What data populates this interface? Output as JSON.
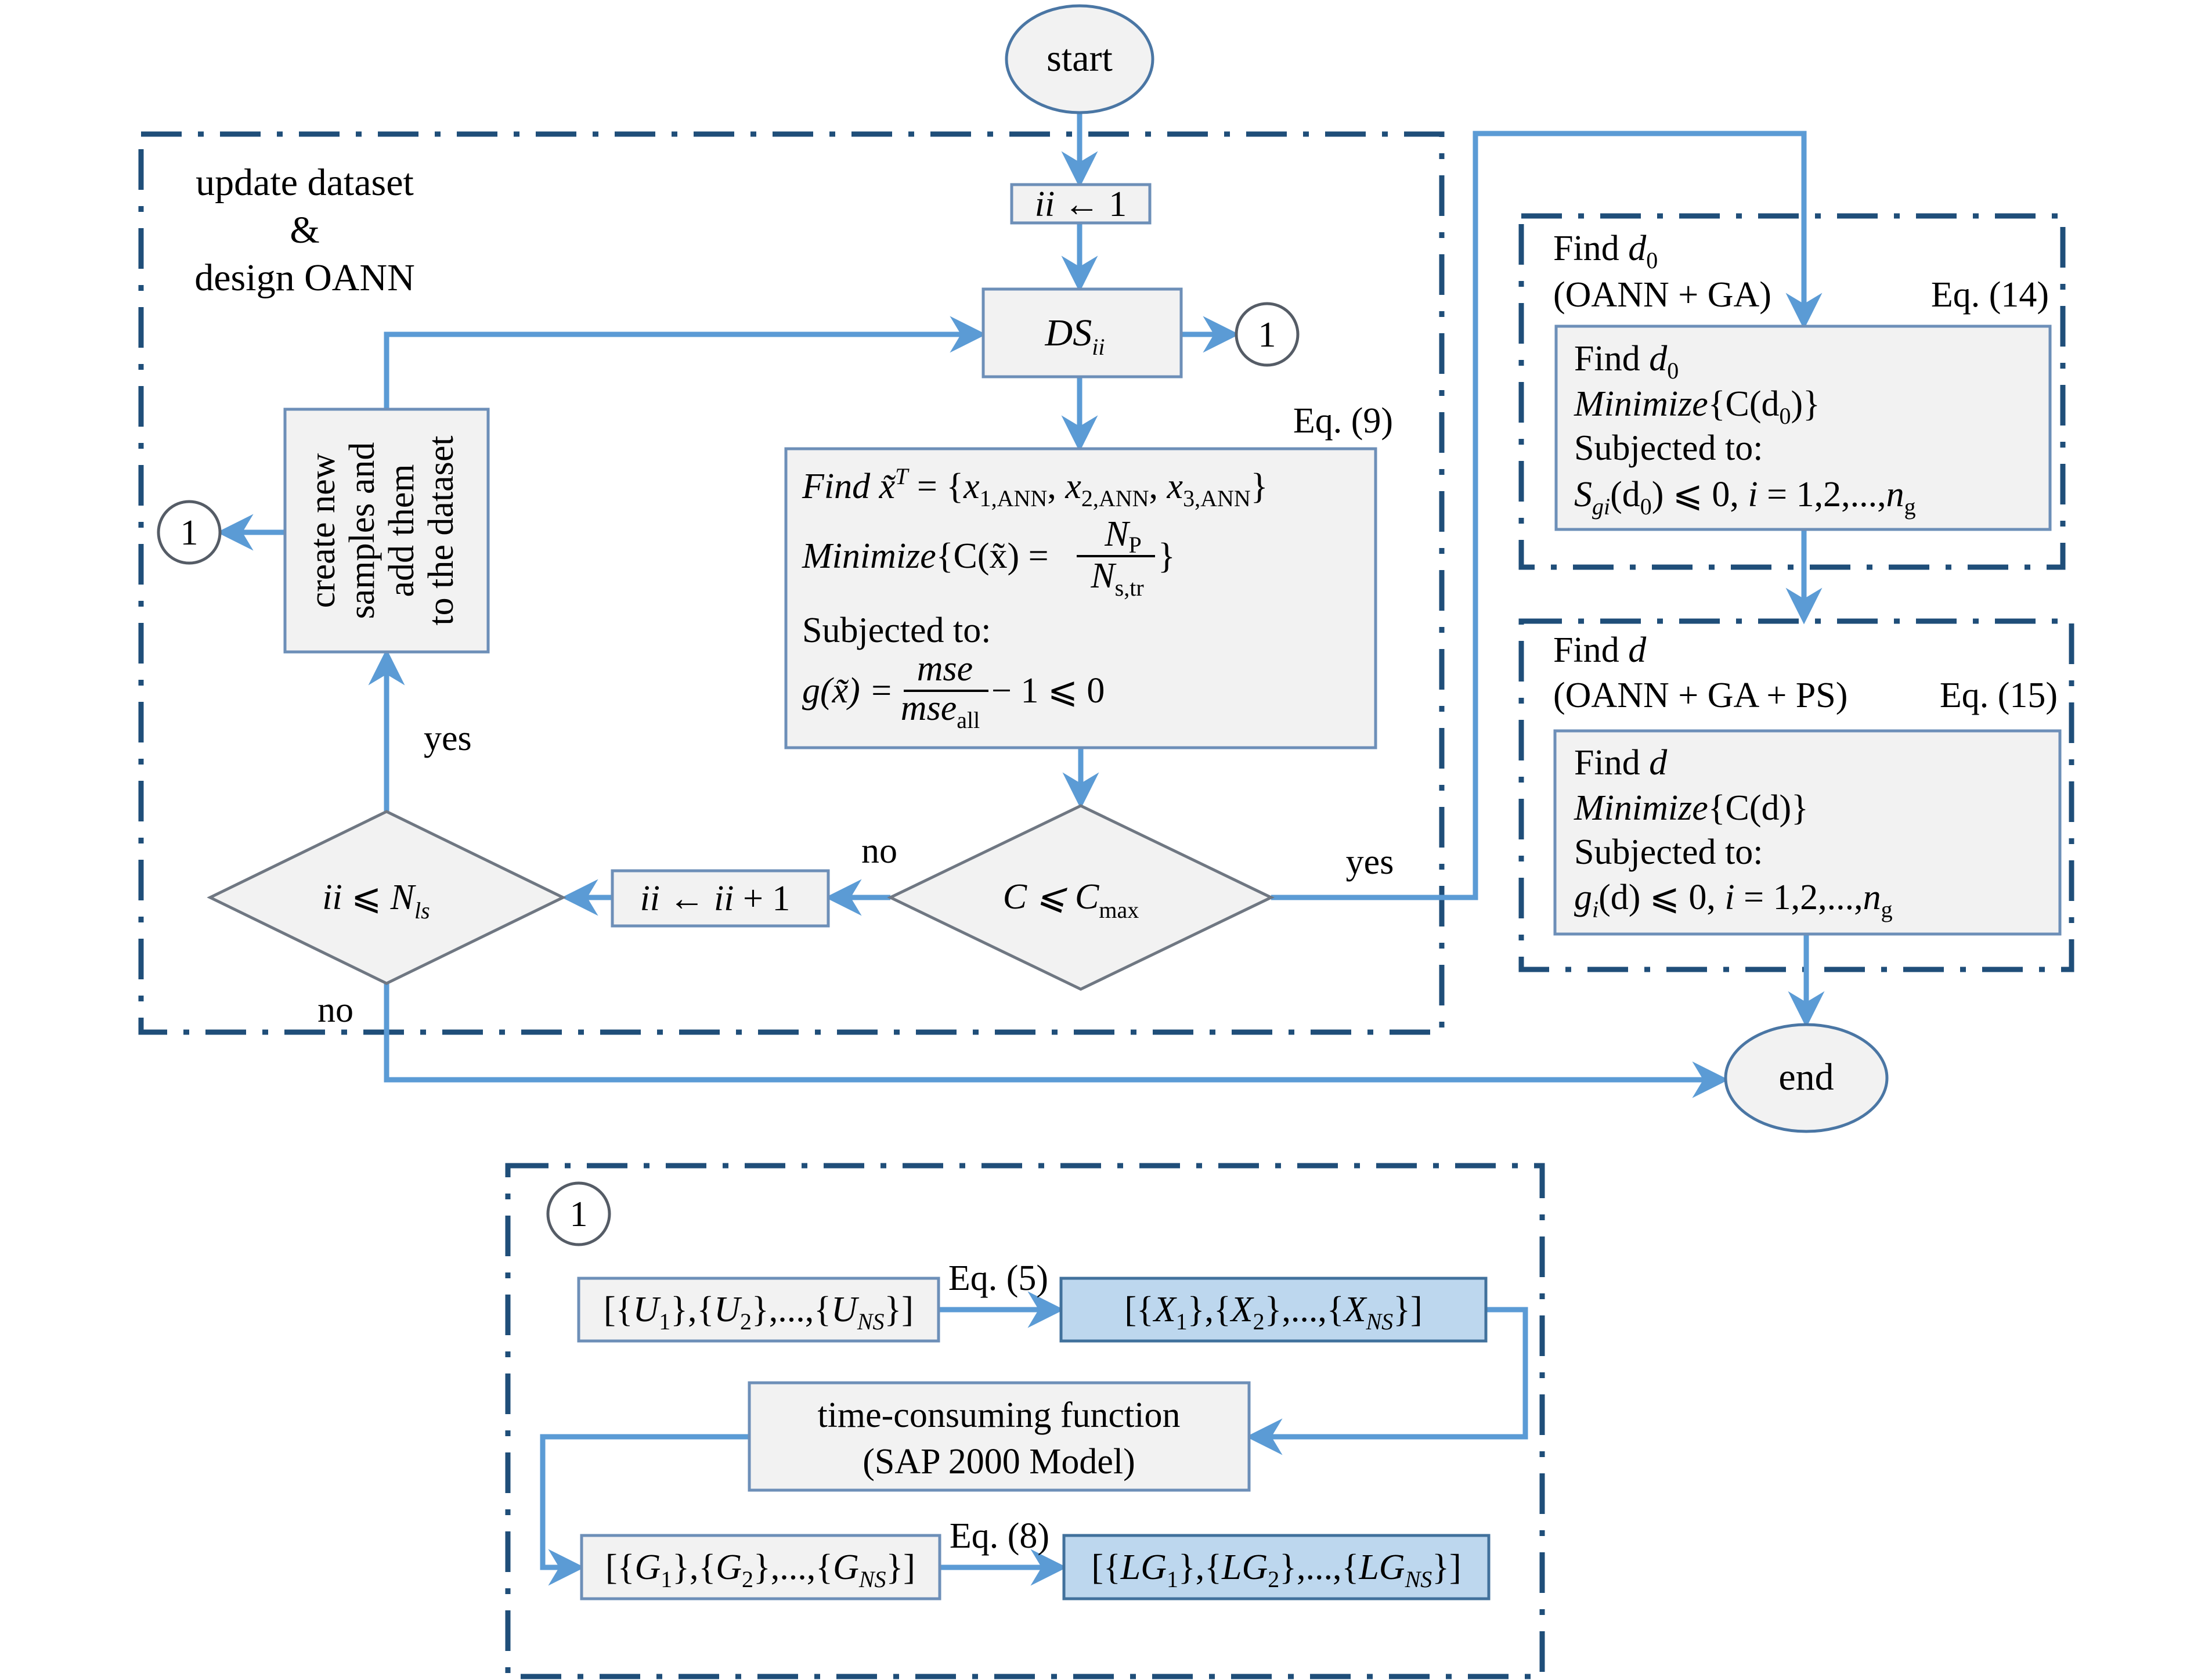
{
  "colors": {
    "flow_line": "#5b9bd5",
    "group_border": "#1f4e79",
    "box_fill": "#f2f2f2",
    "highlight_box_fill": "#bdd7ee"
  },
  "terminals": {
    "start": "start",
    "end": "end"
  },
  "connector_label": "1",
  "main_group": {
    "title_line1": "update dataset",
    "title_line2": "&",
    "title_line3": "design OANN",
    "init": {
      "var": "ii",
      "arrow": " ← 1"
    },
    "dataset": {
      "main": "DS",
      "sub": "ii"
    },
    "eq_label": "Eq. (9)",
    "optimization": {
      "line1": {
        "find": "Find ",
        "x": "x̃",
        "sup": "T",
        "eq": " = {",
        "x1": "x",
        "x1sub": "1,ANN",
        "comma1": ", ",
        "x2": "x",
        "x2sub": "2,ANN",
        "comma2": ", ",
        "x3": "x",
        "x3sub": "3,ANN",
        "close": "}"
      },
      "line2": {
        "minimize": "Minimize",
        "expr": "{C(x̃) = ",
        "num": "N",
        "num_sub": "P",
        "den": "N",
        "den_sub": "s,tr",
        "close": "}"
      },
      "line3": "Subjected to:",
      "line4": {
        "g": "g(x̃) = ",
        "num": "mse",
        "den": "mse",
        "den_sub": "all",
        "rest": " − 1 ⩽ 0"
      }
    },
    "decision_cost": {
      "lhs": "C ⩽ C",
      "sub": "max"
    },
    "decision_cost_no": "no",
    "decision_cost_yes": "yes",
    "increment": {
      "var": "ii",
      "arrow": " ← ",
      "var2": "ii",
      "rest": " + 1"
    },
    "decision_iter": {
      "lhs": "ii",
      "op": " ⩽ ",
      "N": "N",
      "sub": "ls"
    },
    "decision_iter_yes": "yes",
    "decision_iter_no": "no",
    "create_samples": [
      "create new",
      "samples and",
      "add them",
      "to the dataset"
    ]
  },
  "find_d0_group": {
    "title_find": "Find ",
    "title_var": "d",
    "title_sub": "0",
    "method": "(OANN + GA)",
    "eq_label": "Eq. (14)",
    "box": {
      "line1_find": "Find ",
      "line1_var": "d",
      "line1_sub": "0",
      "line2_minimize": "Minimize",
      "line2_expr": "{C(d",
      "line2_sub": "0",
      "line2_close": ")}",
      "line3": "Subjected to:",
      "line4_S": "S",
      "line4_sub": "gi",
      "line4_open": "(d",
      "line4_dsub": "0",
      "line4_rest": ") ⩽ 0, ",
      "line4_i": "i",
      "line4_range": " = 1,2,...,",
      "line4_n": "n",
      "line4_nsub": "g"
    }
  },
  "find_d_group": {
    "title_find": "Find ",
    "title_var": "d",
    "method": "(OANN + GA + PS)",
    "eq_label": "Eq. (15)",
    "box": {
      "line1_find": "Find ",
      "line1_var": "d",
      "line2_minimize": "Minimize",
      "line2_expr": "{C(d)}",
      "line3": "Subjected to:",
      "line4_g": "g",
      "line4_sub": "i",
      "line4_open": "(d)",
      "line4_rest": " ⩽ 0, ",
      "line4_i": "i",
      "line4_range": " = 1,2,...,",
      "line4_n": "n",
      "line4_nsub": "g"
    }
  },
  "subprocess": {
    "connector_label": "1",
    "eq5_label": "Eq. (5)",
    "eq8_label": "Eq. (8)",
    "U": {
      "open": "[{",
      "v": "U",
      "s1": "1",
      "mid1": "},{",
      "s2": "2",
      "mid2": "},...,{",
      "sN": "NS",
      "close": "}]"
    },
    "X": {
      "open": "[{",
      "v": "X",
      "s1": "1",
      "mid1": "},{",
      "s2": "2",
      "mid2": "},...,{",
      "sN": "NS",
      "close": "}]"
    },
    "G": {
      "open": "[{",
      "v": "G",
      "s1": "1",
      "mid1": "},{",
      "s2": "2",
      "mid2": "},...,{",
      "sN": "NS",
      "close": "}]"
    },
    "LG": {
      "open": "[{",
      "v": "LG",
      "s1": "1",
      "mid1": "},{",
      "s2": "2",
      "mid2": "},...,{",
      "sN": "NS",
      "close": "}]"
    },
    "model_line1": "time-consuming function",
    "model_line2": "(SAP 2000 Model)"
  }
}
